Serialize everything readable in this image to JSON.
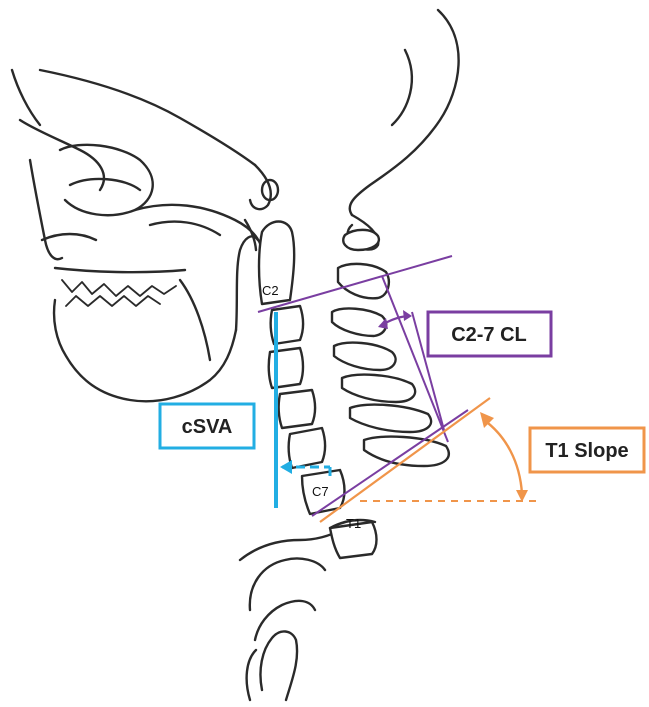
{
  "labels": {
    "c2": "C2",
    "c7": "C7",
    "t1": "T1"
  },
  "boxes": {
    "csva": "cSVA",
    "c27cl": "C2-7 CL",
    "t1slope": "T1 Slope"
  },
  "colors": {
    "csva": "#22aee3",
    "c27cl": "#7a3ea1",
    "t1slope": "#f0954a",
    "sketch": "#2a2a2a"
  }
}
